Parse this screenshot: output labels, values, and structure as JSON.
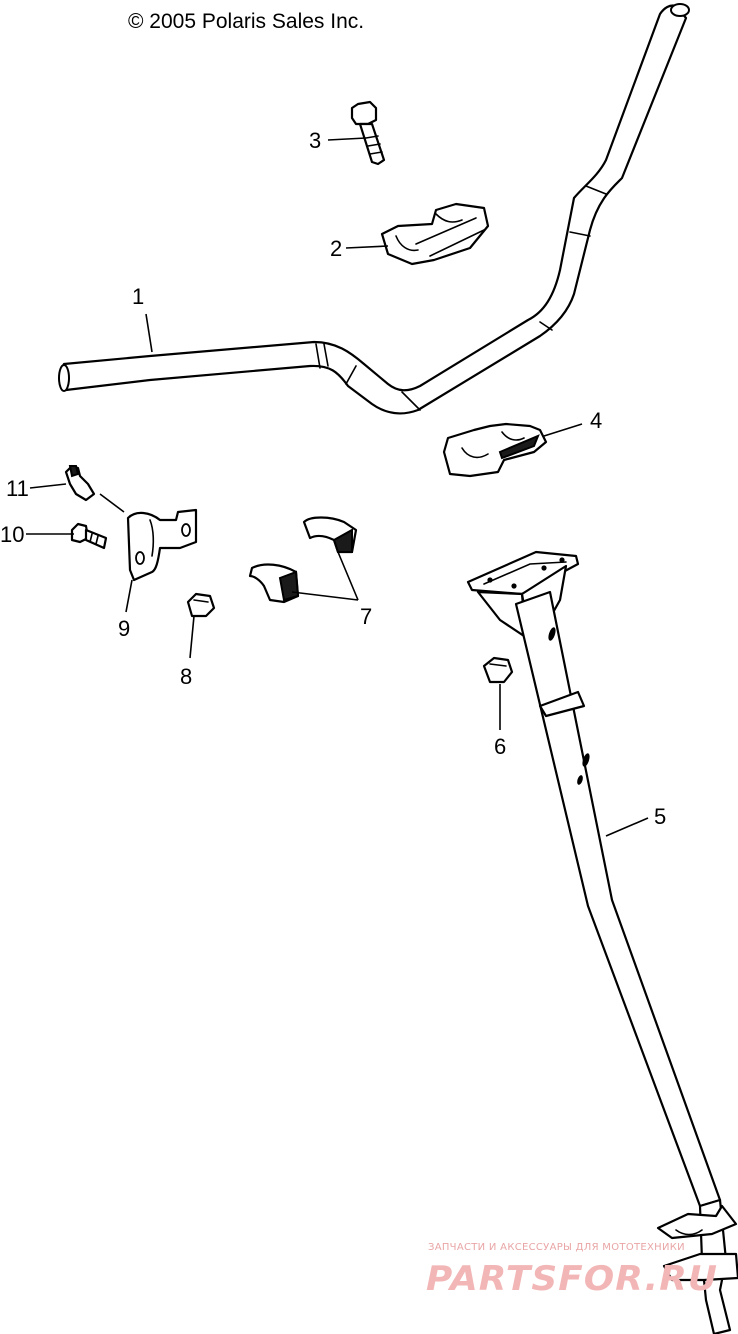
{
  "copyright": "© 2005 Polaris Sales Inc.",
  "callouts": [
    {
      "id": "1",
      "label": "1",
      "part": "handlebar"
    },
    {
      "id": "2",
      "label": "2",
      "part": "upper-clamp"
    },
    {
      "id": "3",
      "label": "3",
      "part": "bolt"
    },
    {
      "id": "4",
      "label": "4",
      "part": "lower-clamp"
    },
    {
      "id": "5",
      "label": "5",
      "part": "steering-post"
    },
    {
      "id": "6",
      "label": "6",
      "part": "nut"
    },
    {
      "id": "7",
      "label": "7",
      "part": "bushing"
    },
    {
      "id": "8",
      "label": "8",
      "part": "nut"
    },
    {
      "id": "9",
      "label": "9",
      "part": "bracket"
    },
    {
      "id": "10",
      "label": "10",
      "part": "screw"
    },
    {
      "id": "11",
      "label": "11",
      "part": "grease-fitting"
    }
  ],
  "watermark": {
    "small": "ЗАПЧАСТИ И АКСЕССУАРЫ ДЛЯ МОТОТЕХНИКИ",
    "large": "PARTSFOR.RU"
  }
}
